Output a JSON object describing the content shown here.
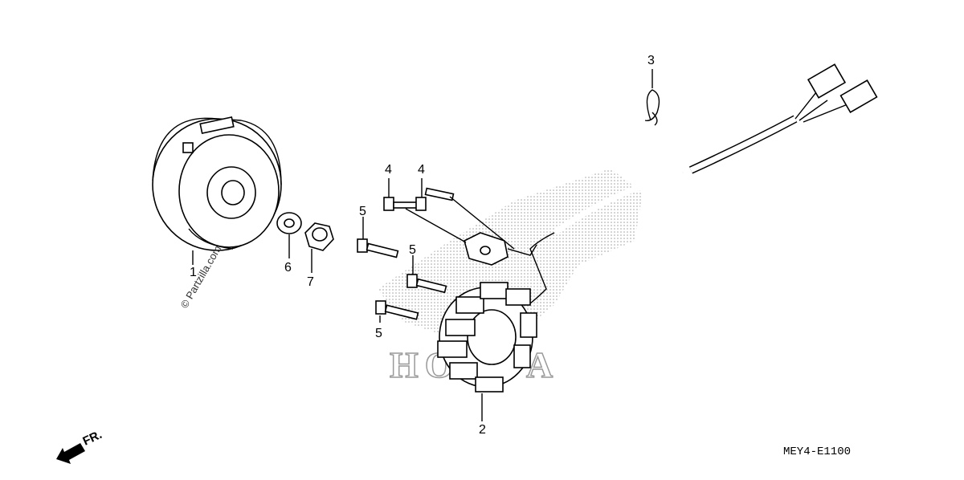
{
  "callouts": [
    {
      "id": "1",
      "label": "1"
    },
    {
      "id": "2",
      "label": "2"
    },
    {
      "id": "3",
      "label": "3"
    },
    {
      "id": "4a",
      "label": "4"
    },
    {
      "id": "4b",
      "label": "4"
    },
    {
      "id": "5a",
      "label": "5"
    },
    {
      "id": "5b",
      "label": "5"
    },
    {
      "id": "5c",
      "label": "5"
    },
    {
      "id": "6",
      "label": "6"
    },
    {
      "id": "7",
      "label": "7"
    }
  ],
  "diagram_code": "MEY4-E1100",
  "watermark": "© Partzilla.com",
  "direction_label": "FR.",
  "brand_watermark": "HONDA"
}
